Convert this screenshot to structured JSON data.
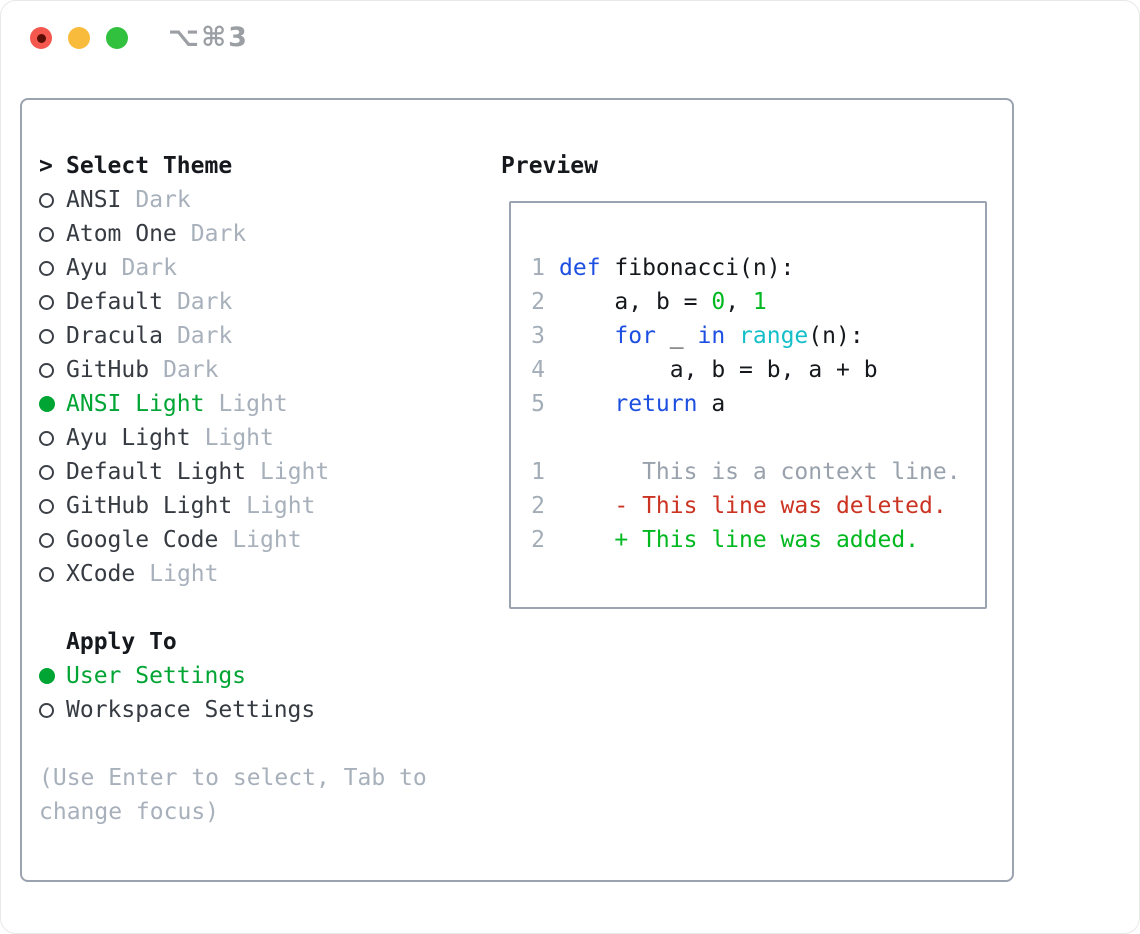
{
  "window": {
    "shortcut_label": "⌥⌘3",
    "traffic_lights": [
      {
        "name": "close",
        "color": "#f4574d",
        "dot": true
      },
      {
        "name": "minimize",
        "color": "#f8bb3c",
        "dot": false
      },
      {
        "name": "maximize",
        "color": "#32c13f",
        "dot": false
      }
    ]
  },
  "theme_panel": {
    "title_prefix": ">",
    "title": "Select Theme",
    "items": [
      {
        "name": "ANSI",
        "badge": "Dark",
        "selected": false
      },
      {
        "name": "Atom One",
        "badge": "Dark",
        "selected": false
      },
      {
        "name": "Ayu",
        "badge": "Dark",
        "selected": false
      },
      {
        "name": "Default",
        "badge": "Dark",
        "selected": false
      },
      {
        "name": "Dracula",
        "badge": "Dark",
        "selected": false
      },
      {
        "name": "GitHub",
        "badge": "Dark",
        "selected": false
      },
      {
        "name": "ANSI Light",
        "badge": "Light",
        "selected": true
      },
      {
        "name": "Ayu Light",
        "badge": "Light",
        "selected": false
      },
      {
        "name": "Default Light",
        "badge": "Light",
        "selected": false
      },
      {
        "name": "GitHub Light",
        "badge": "Light",
        "selected": false
      },
      {
        "name": "Google Code",
        "badge": "Light",
        "selected": false
      },
      {
        "name": "XCode",
        "badge": "Light",
        "selected": false
      }
    ]
  },
  "apply_panel": {
    "title": "Apply To",
    "options": [
      {
        "label": "User Settings",
        "selected": true
      },
      {
        "label": "Workspace Settings",
        "selected": false
      }
    ]
  },
  "hint": "(Use Enter to select, Tab to change focus)",
  "preview": {
    "title": "Preview",
    "code_lines": [
      {
        "num": "1",
        "tokens": [
          {
            "t": "def",
            "s": "kw"
          },
          {
            "t": " fibonacci(n):",
            "s": "pl"
          }
        ]
      },
      {
        "num": "2",
        "tokens": [
          {
            "t": "    ",
            "s": "pl"
          },
          {
            "t": "a",
            "s": "var"
          },
          {
            "t": ", ",
            "s": "pl"
          },
          {
            "t": "b",
            "s": "var"
          },
          {
            "t": " = ",
            "s": "pl"
          },
          {
            "t": "0",
            "s": "num"
          },
          {
            "t": ", ",
            "s": "pl"
          },
          {
            "t": "1",
            "s": "num"
          }
        ]
      },
      {
        "num": "3",
        "tokens": [
          {
            "t": "    ",
            "s": "pl"
          },
          {
            "t": "for",
            "s": "kw"
          },
          {
            "t": " _ ",
            "s": "pl"
          },
          {
            "t": "in",
            "s": "kw"
          },
          {
            "t": " ",
            "s": "pl"
          },
          {
            "t": "range",
            "s": "fn"
          },
          {
            "t": "(n):",
            "s": "pl"
          }
        ]
      },
      {
        "num": "4",
        "tokens": [
          {
            "t": "        ",
            "s": "pl"
          },
          {
            "t": "a",
            "s": "var"
          },
          {
            "t": ", ",
            "s": "pl"
          },
          {
            "t": "b",
            "s": "var"
          },
          {
            "t": " = ",
            "s": "pl"
          },
          {
            "t": "b",
            "s": "var"
          },
          {
            "t": ", ",
            "s": "pl"
          },
          {
            "t": "a",
            "s": "var"
          },
          {
            "t": " + ",
            "s": "pl"
          },
          {
            "t": "b",
            "s": "var"
          }
        ]
      },
      {
        "num": "5",
        "tokens": [
          {
            "t": "    ",
            "s": "pl"
          },
          {
            "t": "return",
            "s": "kw"
          },
          {
            "t": " ",
            "s": "pl"
          },
          {
            "t": "a",
            "s": "var"
          }
        ]
      }
    ],
    "diff_lines": [
      {
        "num": "1",
        "text": "      This is a context line.",
        "s": "ctx"
      },
      {
        "num": "2",
        "text": "    - This line was deleted.",
        "s": "del"
      },
      {
        "num": "2",
        "text": "    + This line was added.",
        "s": "add"
      }
    ]
  },
  "colors": {
    "selection_green": "#00a534",
    "added_green": "#00b81f",
    "deleted_red": "#cb3423",
    "keyword_blue": "#1d4fe1",
    "builtin_cyan": "#15bfca",
    "muted_gray": "#a7b0bb",
    "panel_border": "#9aa3af"
  }
}
